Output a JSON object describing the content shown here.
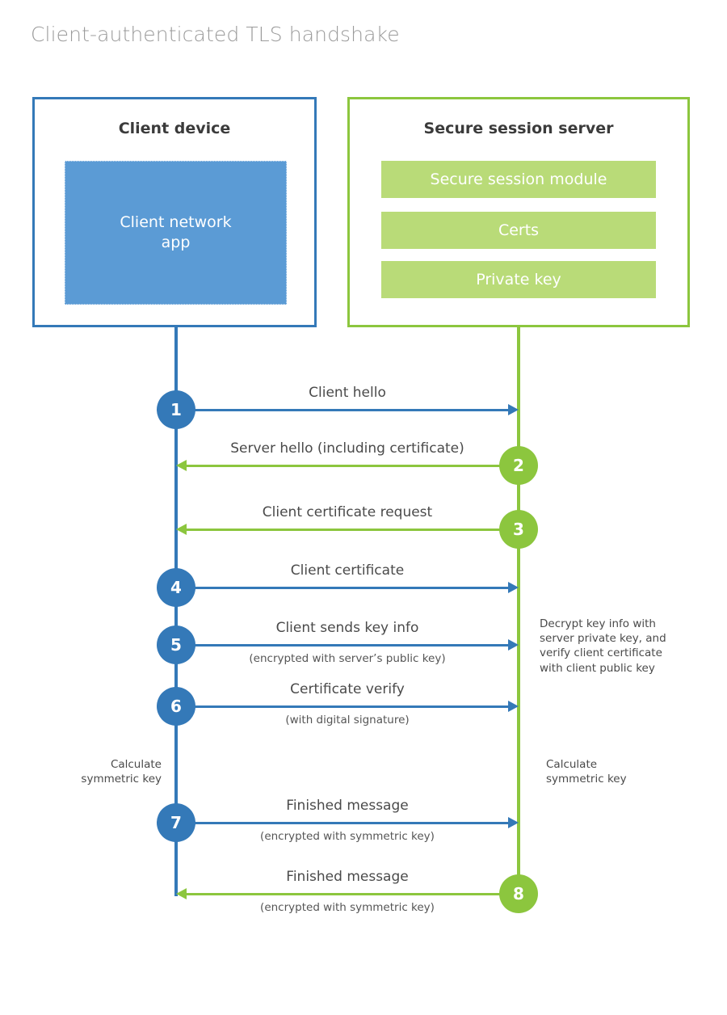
{
  "title": "Client-authenticated TLS handshake",
  "colors": {
    "client_blue": "#3479b8",
    "client_app_fill": "#5b9bd5",
    "server_green": "#8cc63e",
    "server_bar_fill": "#b9db78",
    "title_gray": "#9b9b9b",
    "text_dark": "#4a4a4a",
    "background": "#ffffff"
  },
  "client": {
    "title": "Client device",
    "app_label": "Client network\napp"
  },
  "server": {
    "title": "Secure session server",
    "components": [
      {
        "label": "Secure session module"
      },
      {
        "label": "Certs"
      },
      {
        "label": "Private key"
      }
    ]
  },
  "steps": [
    {
      "number": "1",
      "label": "Client hello",
      "sublabel": "",
      "direction": "client-to-server",
      "actor": "client"
    },
    {
      "number": "2",
      "label": "Server hello (including certificate)",
      "sublabel": "",
      "direction": "server-to-client",
      "actor": "server"
    },
    {
      "number": "3",
      "label": "Client certificate request",
      "sublabel": "",
      "direction": "server-to-client",
      "actor": "server"
    },
    {
      "number": "4",
      "label": "Client certificate",
      "sublabel": "",
      "direction": "client-to-server",
      "actor": "client"
    },
    {
      "number": "5",
      "label": "Client sends key info",
      "sublabel": "(encrypted with server’s public key)",
      "direction": "client-to-server",
      "actor": "client"
    },
    {
      "number": "6",
      "label": "Certificate verify",
      "sublabel": "(with digital signature)",
      "direction": "client-to-server",
      "actor": "client"
    },
    {
      "number": "7",
      "label": "Finished message",
      "sublabel": "(encrypted with symmetric key)",
      "direction": "client-to-server",
      "actor": "client"
    },
    {
      "number": "8",
      "label": "Finished message",
      "sublabel": "(encrypted with symmetric key)",
      "direction": "server-to-client",
      "actor": "server"
    }
  ],
  "notes": {
    "server_decrypt": "Decrypt key info with\nserver private key, and\nverify client certificate\nwith client public key",
    "client_symmetric_key": "Calculate\nsymmetric key",
    "server_symmetric_key": "Calculate\nsymmetric key"
  }
}
